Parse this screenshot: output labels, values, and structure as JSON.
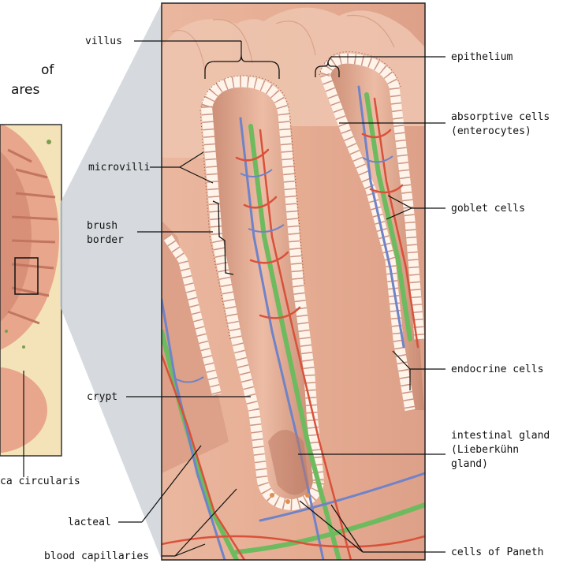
{
  "labels": {
    "villus": "villus",
    "microvilli": "microvilli",
    "brush_border_line1": "brush",
    "brush_border_line2": "border",
    "crypt": "crypt",
    "lacteal": "lacteal",
    "blood_capillaries": "blood capillaries",
    "epithelium": "epithelium",
    "absorptive_cells_line1": "absorptive cells",
    "absorptive_cells_line2": "(enterocytes)",
    "goblet_cells": "goblet cells",
    "endocrine_cells": "endocrine cells",
    "intestinal_gland_line1": "intestinal gland",
    "intestinal_gland_line2": "(Lieberkühn",
    "intestinal_gland_line3": "gland)",
    "cells_of_paneth": "cells of Paneth",
    "left_partial_line1": "of",
    "left_partial_line2": "ares",
    "left_partial_bottom": "ca circularis"
  },
  "colors": {
    "tissue": "#e8b49c",
    "tissue_dark": "#c98a72",
    "artery": "#d9513a",
    "vein": "#6f83c9",
    "lacteal": "#6dbb5e",
    "cell": "#fff3ea",
    "gland_shadow": "#b9755f",
    "lamina": "#f3dcb4"
  }
}
